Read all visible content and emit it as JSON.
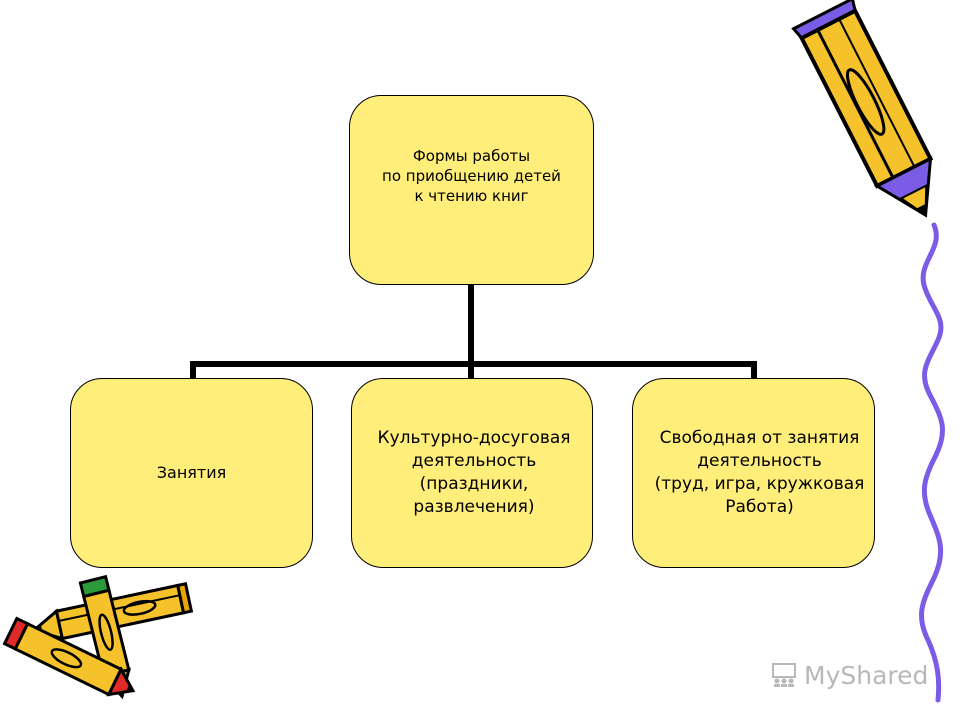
{
  "diagram": {
    "root": {
      "text": "Формы работы\nпо приобщению детей\nк чтению книг"
    },
    "children": [
      {
        "text": "Занятия"
      },
      {
        "text": "Культурно-досуговая\nдеятельность\n(праздники,\nразвлечения)"
      },
      {
        "text": "Свободная от занятия\nдеятельность\n(труд, игра, кружковая\nРабота)"
      }
    ]
  },
  "watermark": {
    "text": "MyShared",
    "icon": "classroom-icon"
  },
  "decorations": {
    "top_right": "pencil-icon",
    "bottom_left": "pencils-icon",
    "right_edge": "wavy-line"
  },
  "colors": {
    "node_fill": "#FFEE7A",
    "node_border": "#000000",
    "connector": "#000000",
    "pencil_body": "#F6C22B",
    "pencil_tip_purple": "#7B5CE6",
    "pencil_tip_red": "#E02A2A",
    "pencil_tip_green": "#2C9A3A",
    "wavy_line": "#7B5CE6",
    "watermark": "#B8B8B8"
  }
}
